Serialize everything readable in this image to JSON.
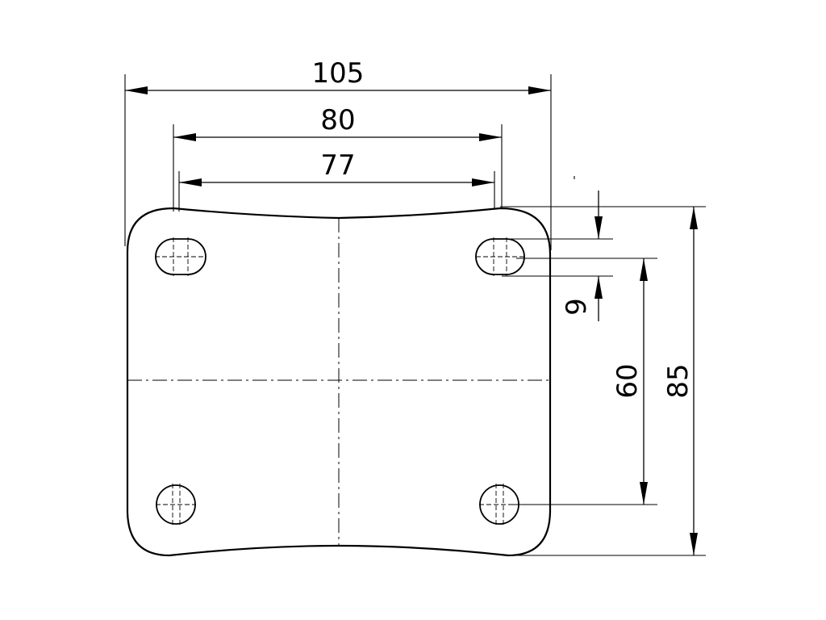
{
  "drawing": {
    "dimensions": {
      "overall_width": "105",
      "hole_spacing_outer": "80",
      "hole_spacing_inner": "77",
      "slot_width": "9",
      "hole_spacing_vertical": "60",
      "overall_height": "85"
    }
  }
}
